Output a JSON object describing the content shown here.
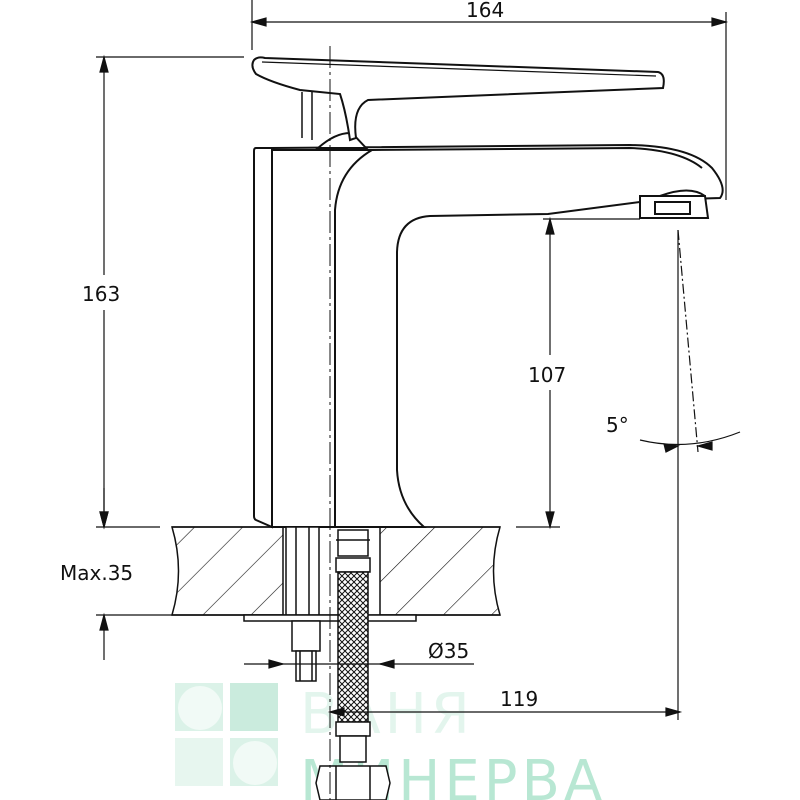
{
  "dimensions": {
    "total_width": "164",
    "total_height": "163",
    "spout_height": "107",
    "max_deck": "Max.35",
    "hole_diameter": "Ø35",
    "spout_reach": "119",
    "angle": "5°"
  },
  "watermark": {
    "line1": "ВАНЯ",
    "line2": "МИНЕРВА"
  },
  "colors": {
    "line": "#111111",
    "watermark": "#7fd4b0"
  }
}
